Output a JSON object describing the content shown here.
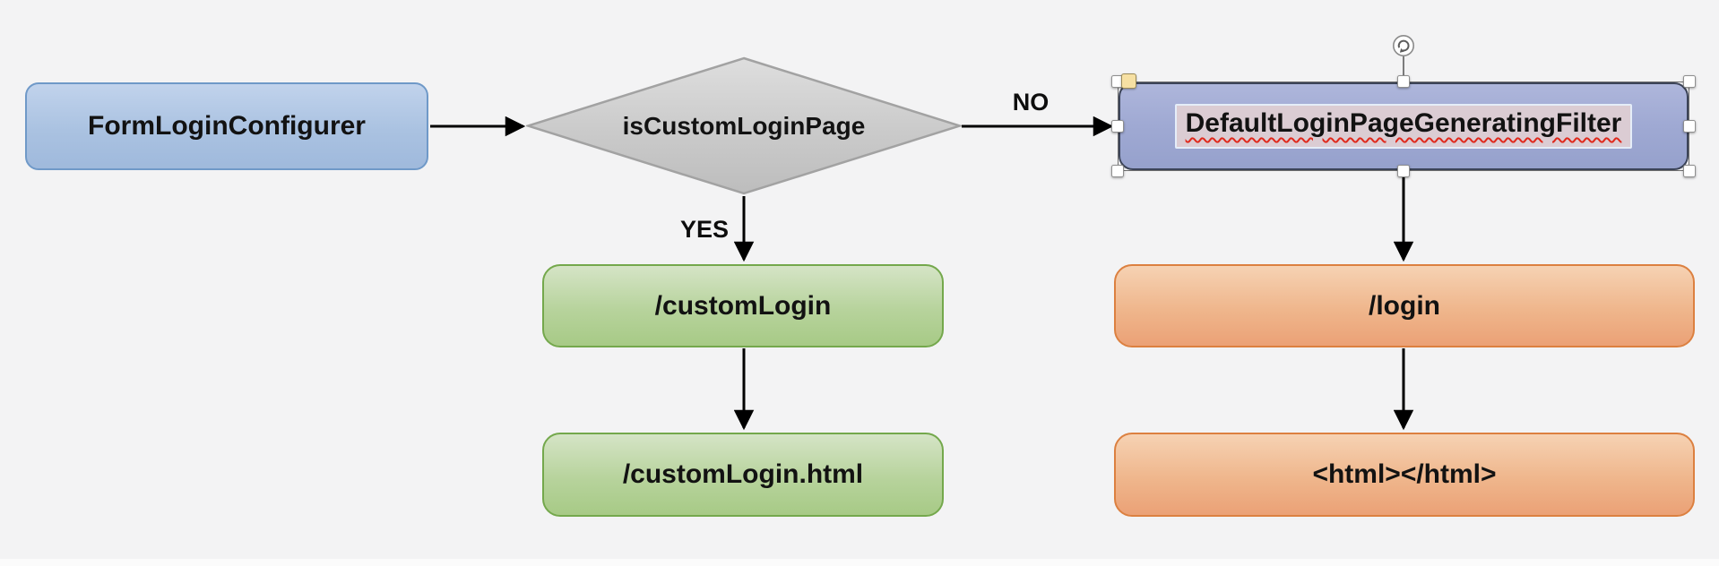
{
  "diagram": {
    "nodes": {
      "form_login_configurer": {
        "label": "FormLoginConfigurer",
        "shape": "rounded-rect",
        "color": "blue"
      },
      "is_custom_login_page": {
        "label": "isCustomLoginPage",
        "shape": "decision-diamond",
        "color": "gray"
      },
      "default_login_page_generating_filter": {
        "label": "DefaultLoginPageGeneratingFilter",
        "shape": "rounded-rect",
        "color": "indigo",
        "selected": true,
        "spellcheck_underline": true
      },
      "custom_login": {
        "label": "/customLogin",
        "shape": "rounded-rect",
        "color": "green"
      },
      "custom_login_html": {
        "label": "/customLogin.html",
        "shape": "rounded-rect",
        "color": "green"
      },
      "login": {
        "label": "/login",
        "shape": "rounded-rect",
        "color": "orange"
      },
      "html_output": {
        "label": "<html></html>",
        "shape": "rounded-rect",
        "color": "orange"
      }
    },
    "edges": [
      {
        "from": "FormLoginConfigurer",
        "to": "isCustomLoginPage",
        "label": ""
      },
      {
        "from": "isCustomLoginPage",
        "to": "DefaultLoginPageGeneratingFilter",
        "label": "NO"
      },
      {
        "from": "isCustomLoginPage",
        "to": "/customLogin",
        "label": "YES"
      },
      {
        "from": "/customLogin",
        "to": "/customLogin.html",
        "label": ""
      },
      {
        "from": "DefaultLoginPageGeneratingFilter",
        "to": "/login",
        "label": ""
      },
      {
        "from": "/login",
        "to": "<html></html>",
        "label": ""
      }
    ],
    "colors": {
      "background": "#f3f3f4",
      "blue_fill_top": "#c1d3ec",
      "blue_fill_bottom": "#9fb9dc",
      "blue_border": "#6f99c8",
      "gray_fill_top": "#dedede",
      "gray_fill_bottom": "#bdbdbd",
      "gray_border": "#a2a2a2",
      "indigo_fill_top": "#aeb6db",
      "indigo_fill_bottom": "#96a1cc",
      "indigo_border": "#3c4458",
      "green_fill_top": "#d5e4c6",
      "green_fill_bottom": "#a7ca86",
      "green_border": "#74a84c",
      "orange_fill_top": "#f6d2b3",
      "orange_fill_bottom": "#eba176",
      "orange_border": "#dc8040",
      "arrow": "#000000",
      "selection_handle_fill": "#ffffff",
      "adjust_handle_fill": "#f6e0a3",
      "text_highlight": "#dbccd3",
      "spellcheck_red": "#e0291c"
    }
  }
}
